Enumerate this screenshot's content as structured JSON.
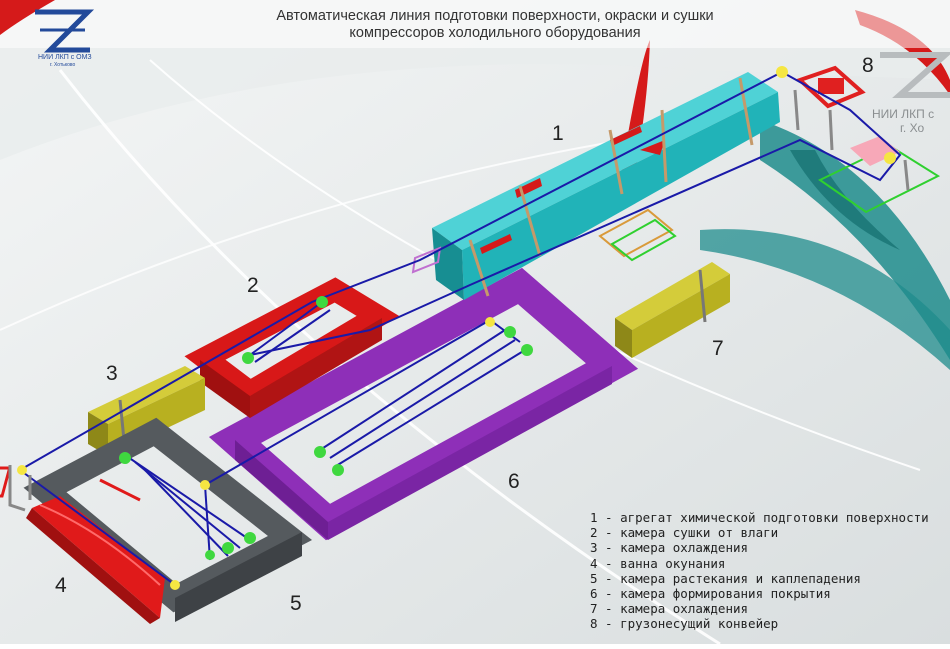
{
  "title": {
    "line1": "Автоматическая линия подготовки поверхности, окраски и сушки",
    "line2": "компрессоров холодильного оборудования"
  },
  "logo_left": {
    "text": "НИИ ЛКП с ОМЗ",
    "sub": "г. Хотьково"
  },
  "logo_right": {
    "line1": "НИИ ЛКП с",
    "line2": "г. Хо"
  },
  "labels": {
    "n1": "1",
    "n2": "2",
    "n3": "3",
    "n4": "4",
    "n5": "5",
    "n6": "6",
    "n7": "7",
    "n8": "8"
  },
  "legend": [
    "1 - агрегат химической подготовки поверхности",
    "2 - камера сушки от влаги",
    "3 - камера охлаждения",
    "4 - ванна окунания",
    "5 - камера растекания и каплепадения",
    "6 - камера формирования покрытия",
    "7 - камера охлаждения",
    "8 - грузонесущий конвейер"
  ],
  "colors": {
    "unit1": "#21b3b8",
    "unit2": "#d81818",
    "unit3": "#b8b020",
    "unit4": "#e01a1a",
    "unit5": "#555a5e",
    "unit6": "#8e2fb8",
    "unit7": "#b8b020",
    "unit8": "#e02020",
    "conveyor": "#1a1aa8",
    "swirl": "#1f8c8c"
  }
}
